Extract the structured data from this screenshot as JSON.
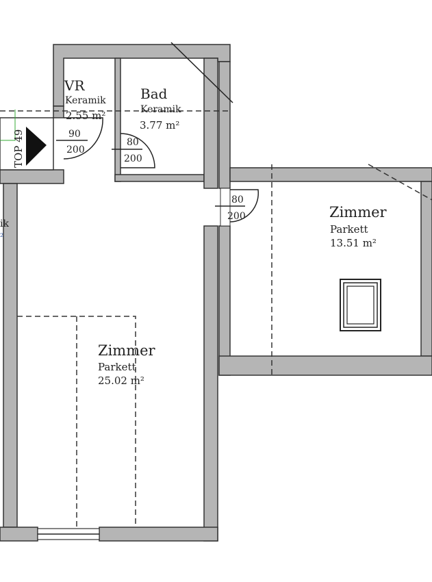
{
  "rooms": {
    "vr": {
      "name": "VR",
      "floor": "Keramik",
      "area": "2.55 m²"
    },
    "bad": {
      "name": "Bad",
      "floor": "Keramik",
      "area": "3.77 m²"
    },
    "zimmer_right": {
      "name": "Zimmer",
      "floor": "Parkett",
      "area": "13.51 m²"
    },
    "zimmer_main": {
      "name": "Zimmer",
      "floor": "Parkett",
      "area": "25.02 m²"
    },
    "partial_left": {
      "floor_fragment": "ik",
      "area_fragment": "²"
    }
  },
  "entrance": {
    "label": "TOP 49"
  },
  "doors": [
    {
      "width": "90",
      "height": "200"
    },
    {
      "width": "80",
      "height": "200"
    },
    {
      "width": "80",
      "height": "200"
    }
  ],
  "colors": {
    "wall": "#b5b5b5",
    "line": "#222222"
  }
}
